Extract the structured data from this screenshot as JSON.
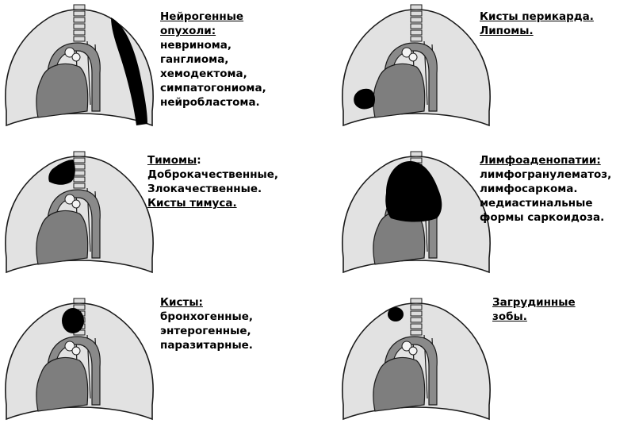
{
  "colors": {
    "field": "#e2e2e2",
    "heart": "#7e7e7e",
    "aorta": "#8a8a8a",
    "lesion": "#000000",
    "outline": "#1a1a1a"
  },
  "panels": [
    {
      "name": "neurogenic",
      "title": [
        "Нейрогенные",
        "опухоли:"
      ],
      "lines": [
        "невринома,",
        "ганглиома,",
        "хемодектома,",
        "симпатогониома,",
        "нейробластома."
      ]
    },
    {
      "name": "pericardial",
      "title": [
        "Кисты перикарда.",
        "Липомы."
      ],
      "lines": []
    },
    {
      "name": "thymoma",
      "title": [
        "Тимомы"
      ],
      "title_suffix": ":",
      "lines": [
        "Доброкачественные,",
        "Злокачественные."
      ],
      "extra_title": "Кисты тимуса."
    },
    {
      "name": "lymph",
      "title": [
        "Лимфоаденопатии:"
      ],
      "lines": [
        "лимфогранулематоз,",
        "лимфосаркома.",
        "медиастинальные",
        "формы саркоидоза."
      ]
    },
    {
      "name": "cysts",
      "title": [
        "Кисты:"
      ],
      "lines": [
        "бронхогенные,",
        "энтерогенные,",
        "паразитарные."
      ]
    },
    {
      "name": "goiter",
      "title": [
        "Загрудинные",
        "зобы."
      ],
      "lines": []
    }
  ]
}
